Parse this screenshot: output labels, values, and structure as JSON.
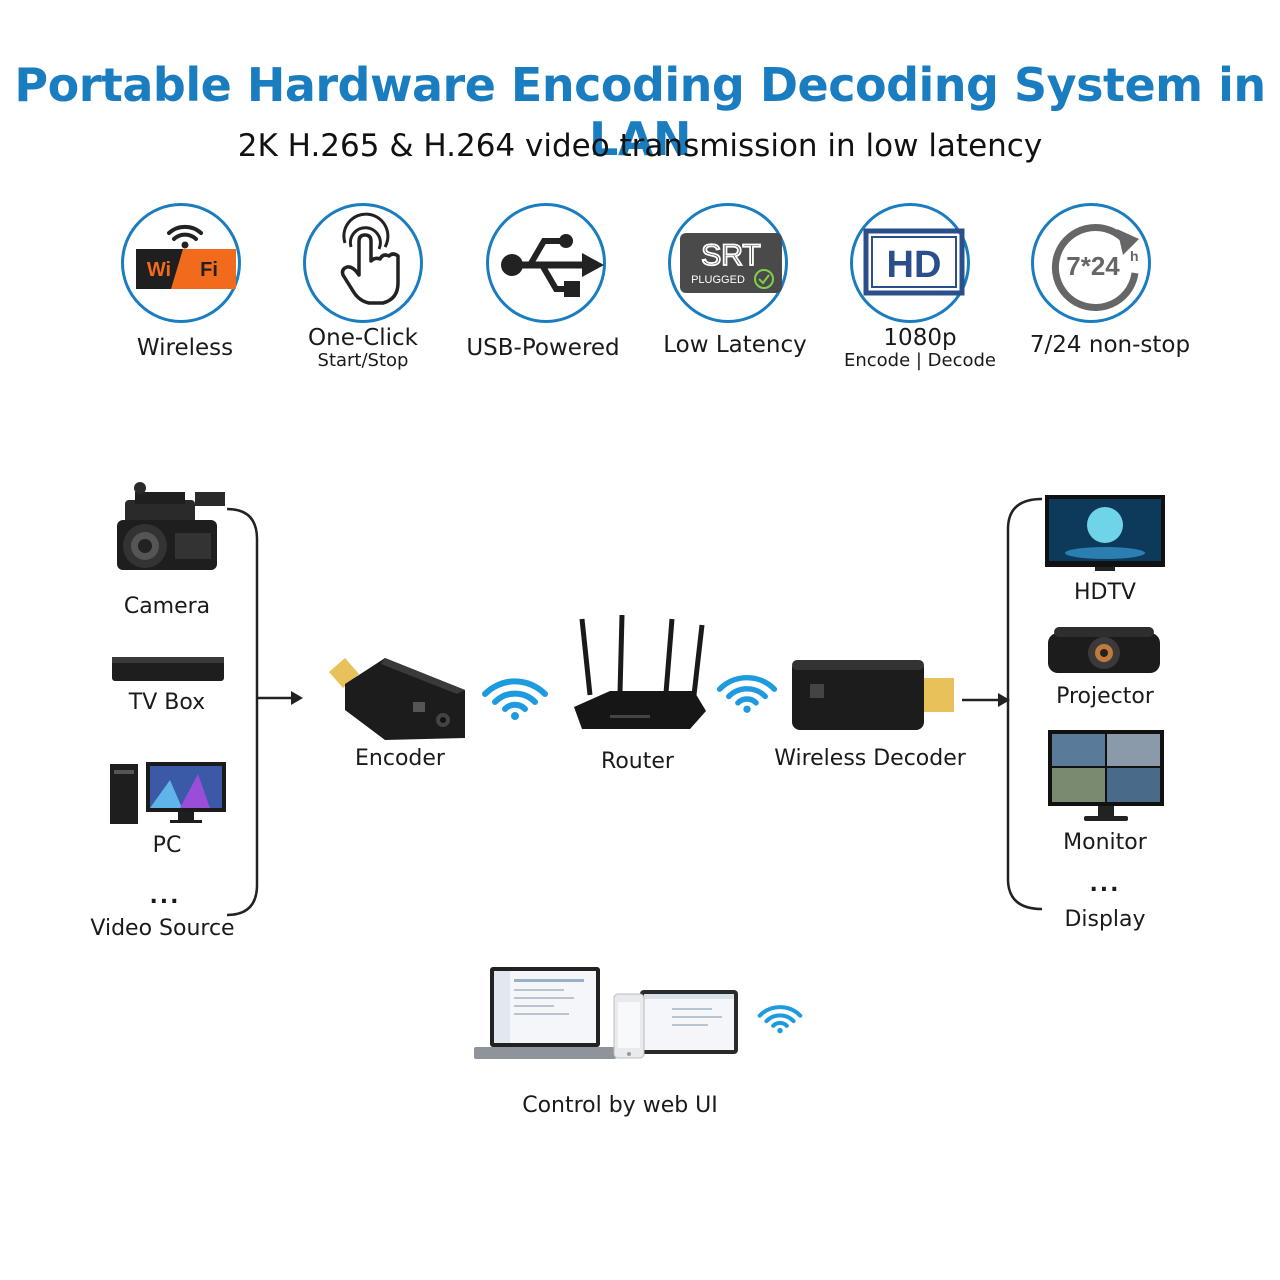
{
  "header": {
    "title": "Portable Hardware Encoding Decoding System in LAN",
    "subtitle": "2K H.265 & H.264 video transmission in low latency"
  },
  "features": [
    {
      "icon": "wifi-badge-icon",
      "label": "Wireless",
      "sub": ""
    },
    {
      "icon": "touch-hand-icon",
      "label": "One-Click",
      "sub": "Start/Stop"
    },
    {
      "icon": "usb-icon",
      "label": "USB-Powered",
      "sub": ""
    },
    {
      "icon": "srt-plugged-icon",
      "label": "Low Latency",
      "sub": ""
    },
    {
      "icon": "hd-icon",
      "label": "1080p",
      "sub": "Encode | Decode"
    },
    {
      "icon": "rotate-24h-icon",
      "label": "7/24 non-stop",
      "sub": ""
    }
  ],
  "icon_text": {
    "wi": "Wi",
    "fi": "Fi",
    "srt": "SRT",
    "plugged": "PLUGGED",
    "hd": "HD",
    "time": "7*24",
    "h": "h"
  },
  "sources": {
    "items": [
      "Camera",
      "TV Box",
      "PC"
    ],
    "ellipsis": "...",
    "group_label": "Video Source"
  },
  "chain": {
    "encoder": "Encoder",
    "router": "Router",
    "decoder": "Wireless Decoder"
  },
  "displays": {
    "items": [
      "HDTV",
      "Projector",
      "Monitor"
    ],
    "ellipsis": "...",
    "group_label": "Display"
  },
  "web": {
    "label": "Control by web UI"
  },
  "colors": {
    "brand_blue": "#1a7dbf",
    "wifi_blue": "#1e9be0",
    "wifi_orange": "#f26a1b"
  }
}
